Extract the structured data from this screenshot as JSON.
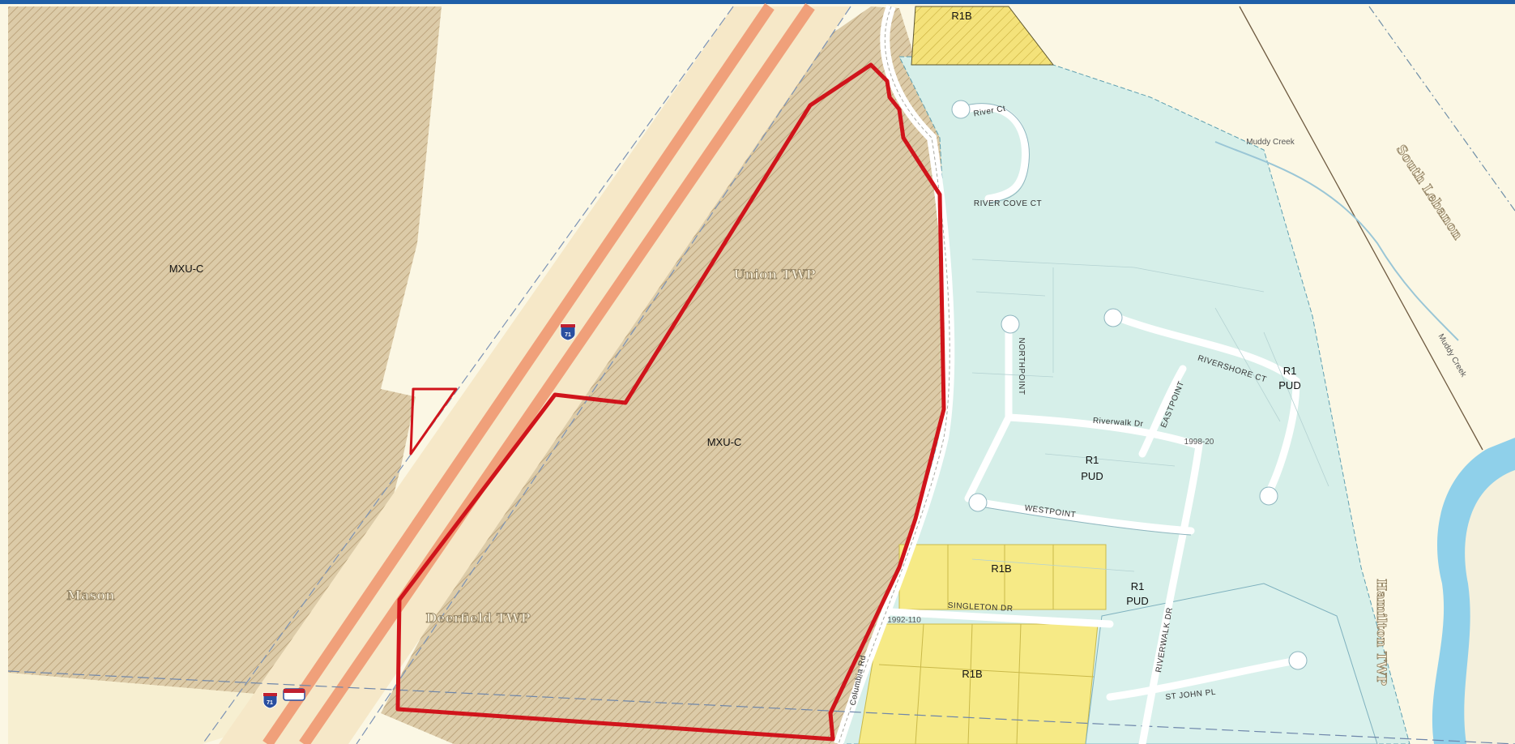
{
  "colors": {
    "background": "#fbf7e4",
    "mxu_fill": "#d9c7a3",
    "mxu_hatch": "#b79a6e",
    "pud_fill": "#d6efe9",
    "r1b_fill": "#f6ea86",
    "highway": "#f0a07a",
    "subject_outline": "#d0141b",
    "water": "#8fd0ea",
    "top_bar": "#1f5fa8"
  },
  "zones": {
    "mxu_west": "MXU-C",
    "mxu_center": "MXU-C",
    "r1b_top": "R1B",
    "r1b_mid": "R1B",
    "r1b_low": "R1B",
    "r1_pud_center_a": "R1",
    "r1_pud_center_b": "PUD",
    "r1_pud_east_a": "R1",
    "r1_pud_east_b": "PUD",
    "r1_pud_south_a": "R1",
    "r1_pud_south_b": "PUD",
    "case_a": "1998-20",
    "case_b": "1992-110"
  },
  "townships": {
    "union": "Union TWP",
    "deerfield": "Deerfield TWP",
    "mason": "Mason",
    "south_lebanon": "South Lebanon",
    "hamilton": "Hamilton TWP"
  },
  "streets": {
    "river_cove": "RIVER COVE CT",
    "river_ct": "River Ct",
    "northpoint": "NORTHPOINT",
    "eastpoint": "EASTPOINT",
    "riverwalk_dr": "Riverwalk Dr",
    "river_shore": "RIVERSHORE CT",
    "westpoint": "WESTPOINT",
    "singleton": "SINGLETON DR",
    "columbia_rd": "Columbia Rd",
    "riverwalk_dr_s": "RIVERWALK DR",
    "st_john": "ST JOHN PL",
    "muddy_creek_a": "Muddy Creek",
    "muddy_creek_b": "Muddy Creek",
    "interstate": "71"
  },
  "icons": {
    "interstate_shield": "interstate-shield-icon",
    "cul_de_sac": "cul-de-sac-icon"
  }
}
